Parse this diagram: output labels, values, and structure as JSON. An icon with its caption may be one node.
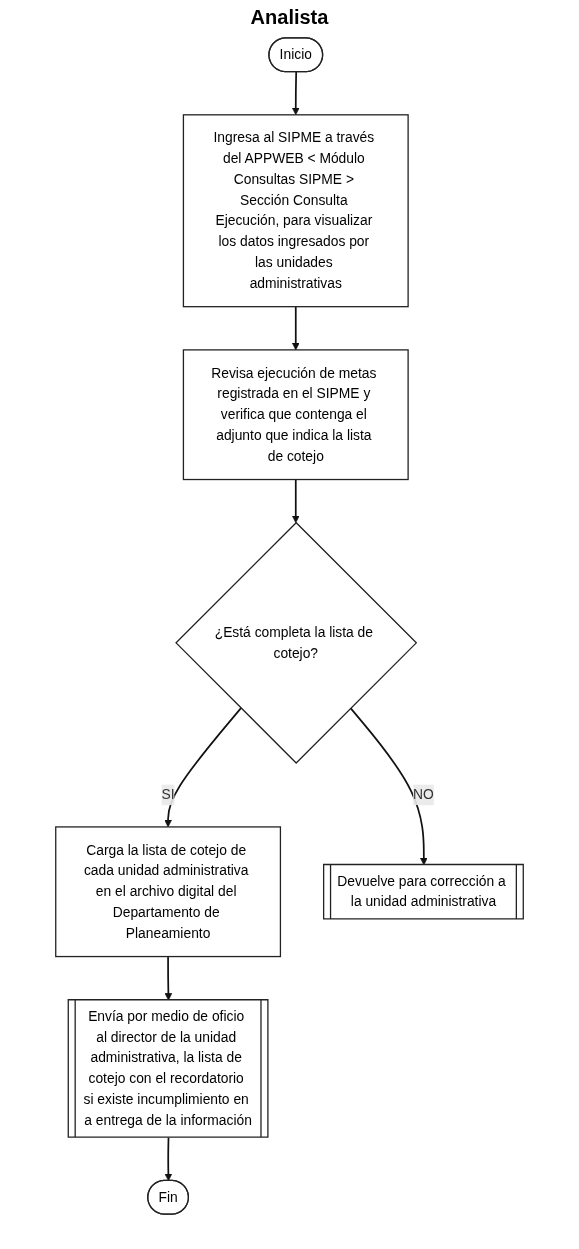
{
  "diagram": {
    "title": "Analista",
    "nodes": [
      {
        "text": [
          "Inicio"
        ]
      },
      {
        "text": [
          "Ingresa al SIPME a través del APPWEB < Módulo Consultas SIPME > Sección Consulta Ejecución, para visualizar los datos ingresados por las unidades administrativas"
        ]
      },
      {
        "text": [
          "Revisa ejecución de metas registrada en el SIPME y verifica que contenga el adjunto que indica la lista de cotejo"
        ]
      },
      {
        "text": [
          "¿Está completa la lista de cotejo?"
        ]
      },
      {
        "text": [
          "Carga la lista de cotejo de cada unidad administrativa en el archivo digital del Departamento de Planeamiento"
        ]
      },
      {
        "text": [
          "Devuelve para corrección a la unidad administrativa"
        ]
      },
      {
        "text": [
          "Envía por medio de oficio al director de la unidad administrativa, la lista de cotejo con el recordatorio si existe incumplimiento en a entrega de la información"
        ]
      },
      {
        "text": [
          "Fin"
        ]
      }
    ],
    "edges": [
      {
        "from": 0,
        "to": 1,
        "arrow": "to"
      },
      {
        "from": 1,
        "to": 2,
        "arrow": "to"
      },
      {
        "from": 2,
        "to": 3,
        "arrow": "to"
      },
      {
        "from": 3,
        "to": 4,
        "arrow": "to",
        "label": "SI"
      },
      {
        "from": 3,
        "to": 5,
        "arrow": "to",
        "label": "NO"
      },
      {
        "from": 4,
        "to": 6,
        "arrow": "to"
      },
      {
        "from": 6,
        "to": 7,
        "arrow": "to"
      }
    ]
  }
}
